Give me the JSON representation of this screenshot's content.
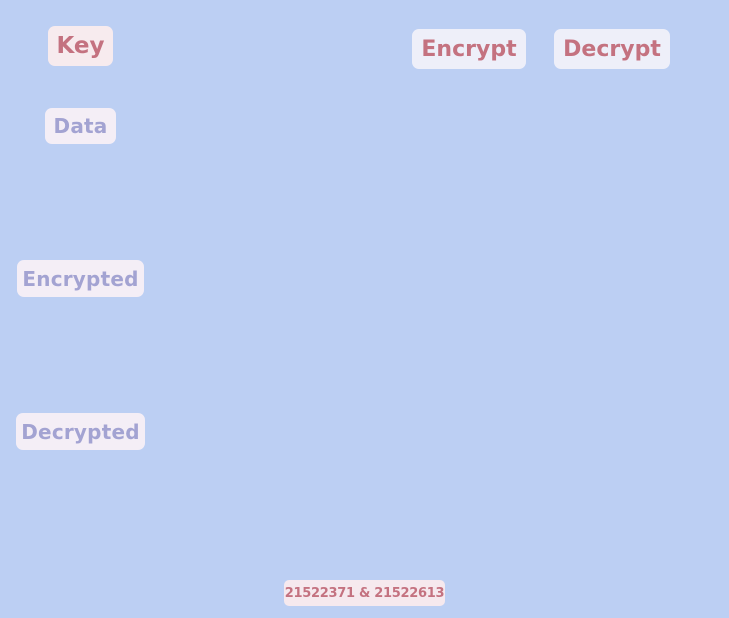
{
  "key": {
    "label": "Key"
  },
  "data": {
    "label": "Data"
  },
  "encrypted": {
    "label": "Encrypted"
  },
  "decrypted": {
    "label": "Decrypted"
  },
  "actions": {
    "encrypt_label": "Encrypt",
    "decrypt_label": "Decrypt"
  },
  "footer": {
    "text": "21522371 & 21522613"
  },
  "colors": {
    "background": "#bccff3",
    "label_text": "#a3a3d2",
    "accent_text": "#c47280",
    "box_fill": "#f4eef6"
  }
}
